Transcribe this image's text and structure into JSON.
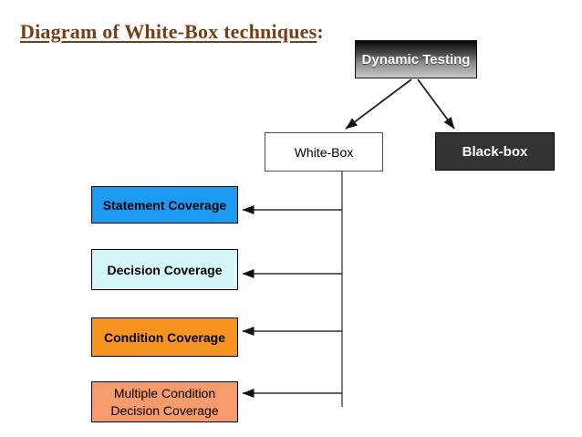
{
  "title": {
    "text": "Diagram of White-Box techniques",
    "colon": ":",
    "color": "#7a3c12"
  },
  "tree": {
    "root": {
      "label": "Dynamic Testing"
    },
    "branches": [
      {
        "label": "White-Box",
        "fill": "#ffffff"
      },
      {
        "label": "Black-box",
        "fill": "#333333"
      }
    ],
    "techniques": [
      {
        "label": "Statement Coverage",
        "fill": "#1b9af2"
      },
      {
        "label": "Decision Coverage",
        "fill": "#d5f7f9"
      },
      {
        "label": "Condition Coverage",
        "fill": "#f79420"
      },
      {
        "label": "Multiple Condition Decision Coverage",
        "fill": "#f69c6c"
      }
    ]
  },
  "colors": {
    "background": "#ffffff",
    "connector": "#2e2e2e",
    "spine": "#7f7f7f",
    "dynamic_gradient_top": "#060606",
    "dynamic_gradient_bottom": "#c9c9c9",
    "title": "#7a3c12"
  }
}
